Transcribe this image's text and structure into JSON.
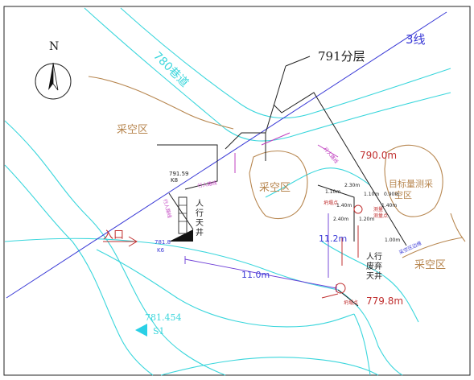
{
  "colors": {
    "cyan": "#3ad6dc",
    "blue": "#3a3ad6",
    "brown": "#b7864f",
    "black": "#222222",
    "red": "#c03030",
    "magenta": "#c040c0",
    "gray": "#888888",
    "cyan_fill": "#2ad0e6"
  },
  "labels": {
    "north": "N",
    "roadway_780": "780巷道",
    "line_3": "3线",
    "layer_791": "791分层",
    "goaf_left": "采空区",
    "goaf_center": "采空区",
    "goaf_bottom_right": "采空区",
    "target_goaf_line1": "目标量测采",
    "target_goaf_line2": "空区",
    "entrance": "入口",
    "walkway_raise_left": [
      "人",
      "行",
      "天",
      "井"
    ],
    "abandoned_raise": [
      "人行",
      "废弃",
      "天井"
    ],
    "dim_11_0": "11.0m",
    "dim_11_2": "11.2m",
    "elev_790": "790.0m",
    "elev_779": "779.8m",
    "station_781_454": "781.454",
    "station_s1": "S1",
    "pt_791_top_num": "791.59",
    "pt_791_top_code": "K8",
    "pt_781_num": "781.8",
    "pt_781_code": "K6",
    "small_collapse_1": "坍塌点",
    "small_collapse_2": "坍塌点",
    "small_measure_1": "测量",
    "small_measure_2": "测量点",
    "small_goaf_edge": "采空区边缘",
    "small_walkway_a": "行人路线",
    "small_walkway_b": "行人路线",
    "small_walkway_c": "行人路线",
    "small_dims": [
      "1.10m",
      "2.30m",
      "1.10m",
      "0.90m",
      "1.40m",
      "2.40m",
      "1.20m",
      "1.40m",
      "1.00m"
    ]
  }
}
